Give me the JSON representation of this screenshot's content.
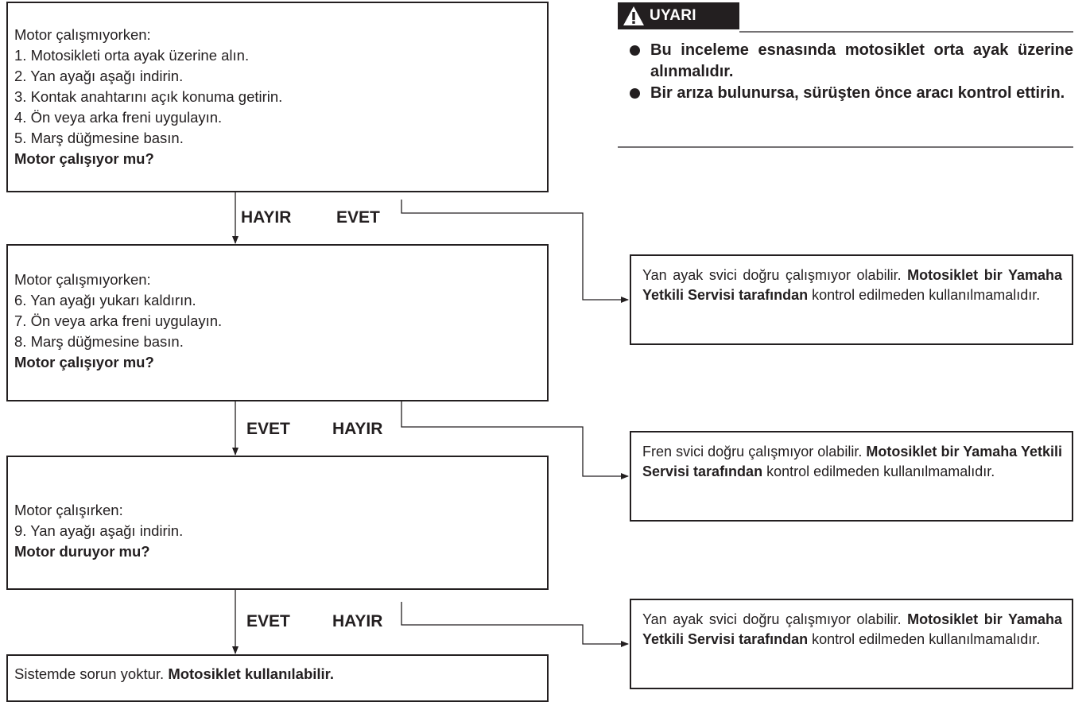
{
  "warning": {
    "title": "UYARI",
    "icon": "warning-triangle-icon",
    "items": [
      "Bu inceleme esnasında motosiklet orta ayak üzerine alınmalıdır.",
      "Bir arıza bulunursa, sürüşten önce aracı kontrol ettirin."
    ]
  },
  "steps": {
    "step1": {
      "heading": "Motor çalışmıyorken:",
      "items": [
        "1. Motosikleti orta ayak üzerine alın.",
        "2. Yan ayağı aşağı indirin.",
        "3. Kontak anahtarını açık konuma getirin.",
        "4. Ön veya arka freni uygulayın.",
        "5. Marş düğmesine basın."
      ],
      "question": "Motor çalışıyor mu?",
      "left_label": "HAYIR",
      "right_label": "EVET"
    },
    "step2": {
      "heading": "Motor çalışmıyorken:",
      "items": [
        "6. Yan ayağı yukarı kaldırın.",
        "7. Ön veya arka freni uygulayın.",
        "8. Marş düğmesine basın."
      ],
      "question": "Motor çalışıyor mu?",
      "left_label": "EVET",
      "right_label": "HAYIR"
    },
    "step3": {
      "heading": "Motor çalışırken:",
      "items": [
        "9. Yan ayağı aşağı indirin."
      ],
      "question": "Motor duruyor mu?",
      "left_label": "EVET",
      "right_label": "HAYIR"
    },
    "final": {
      "text": "Sistemde sorun yoktur.",
      "bold": "Motosiklet kullanılabilir."
    }
  },
  "results": [
    {
      "pre": "Yan ayak svici doğru çalışmıyor olabilir.",
      "bold": "Motosiklet bir Yamaha Yetkili Servisi tarafından",
      "post": "kontrol edilmeden kullanılmamalıdır."
    },
    {
      "pre": "Fren svici doğru çalışmıyor olabilir.",
      "bold": "Motosiklet bir Yamaha Yetkili Servisi tarafından",
      "post": "kontrol edilmeden kullanılmamalıdır."
    },
    {
      "pre": "Yan ayak svici doğru çalışmıyor olabilir.",
      "bold": "Motosiklet bir Yamaha Yetkili Servisi tarafından",
      "post": "kontrol edilmeden kullanılmamalıdır."
    }
  ],
  "colors": {
    "ink": "#231f20",
    "background": "#ffffff"
  }
}
